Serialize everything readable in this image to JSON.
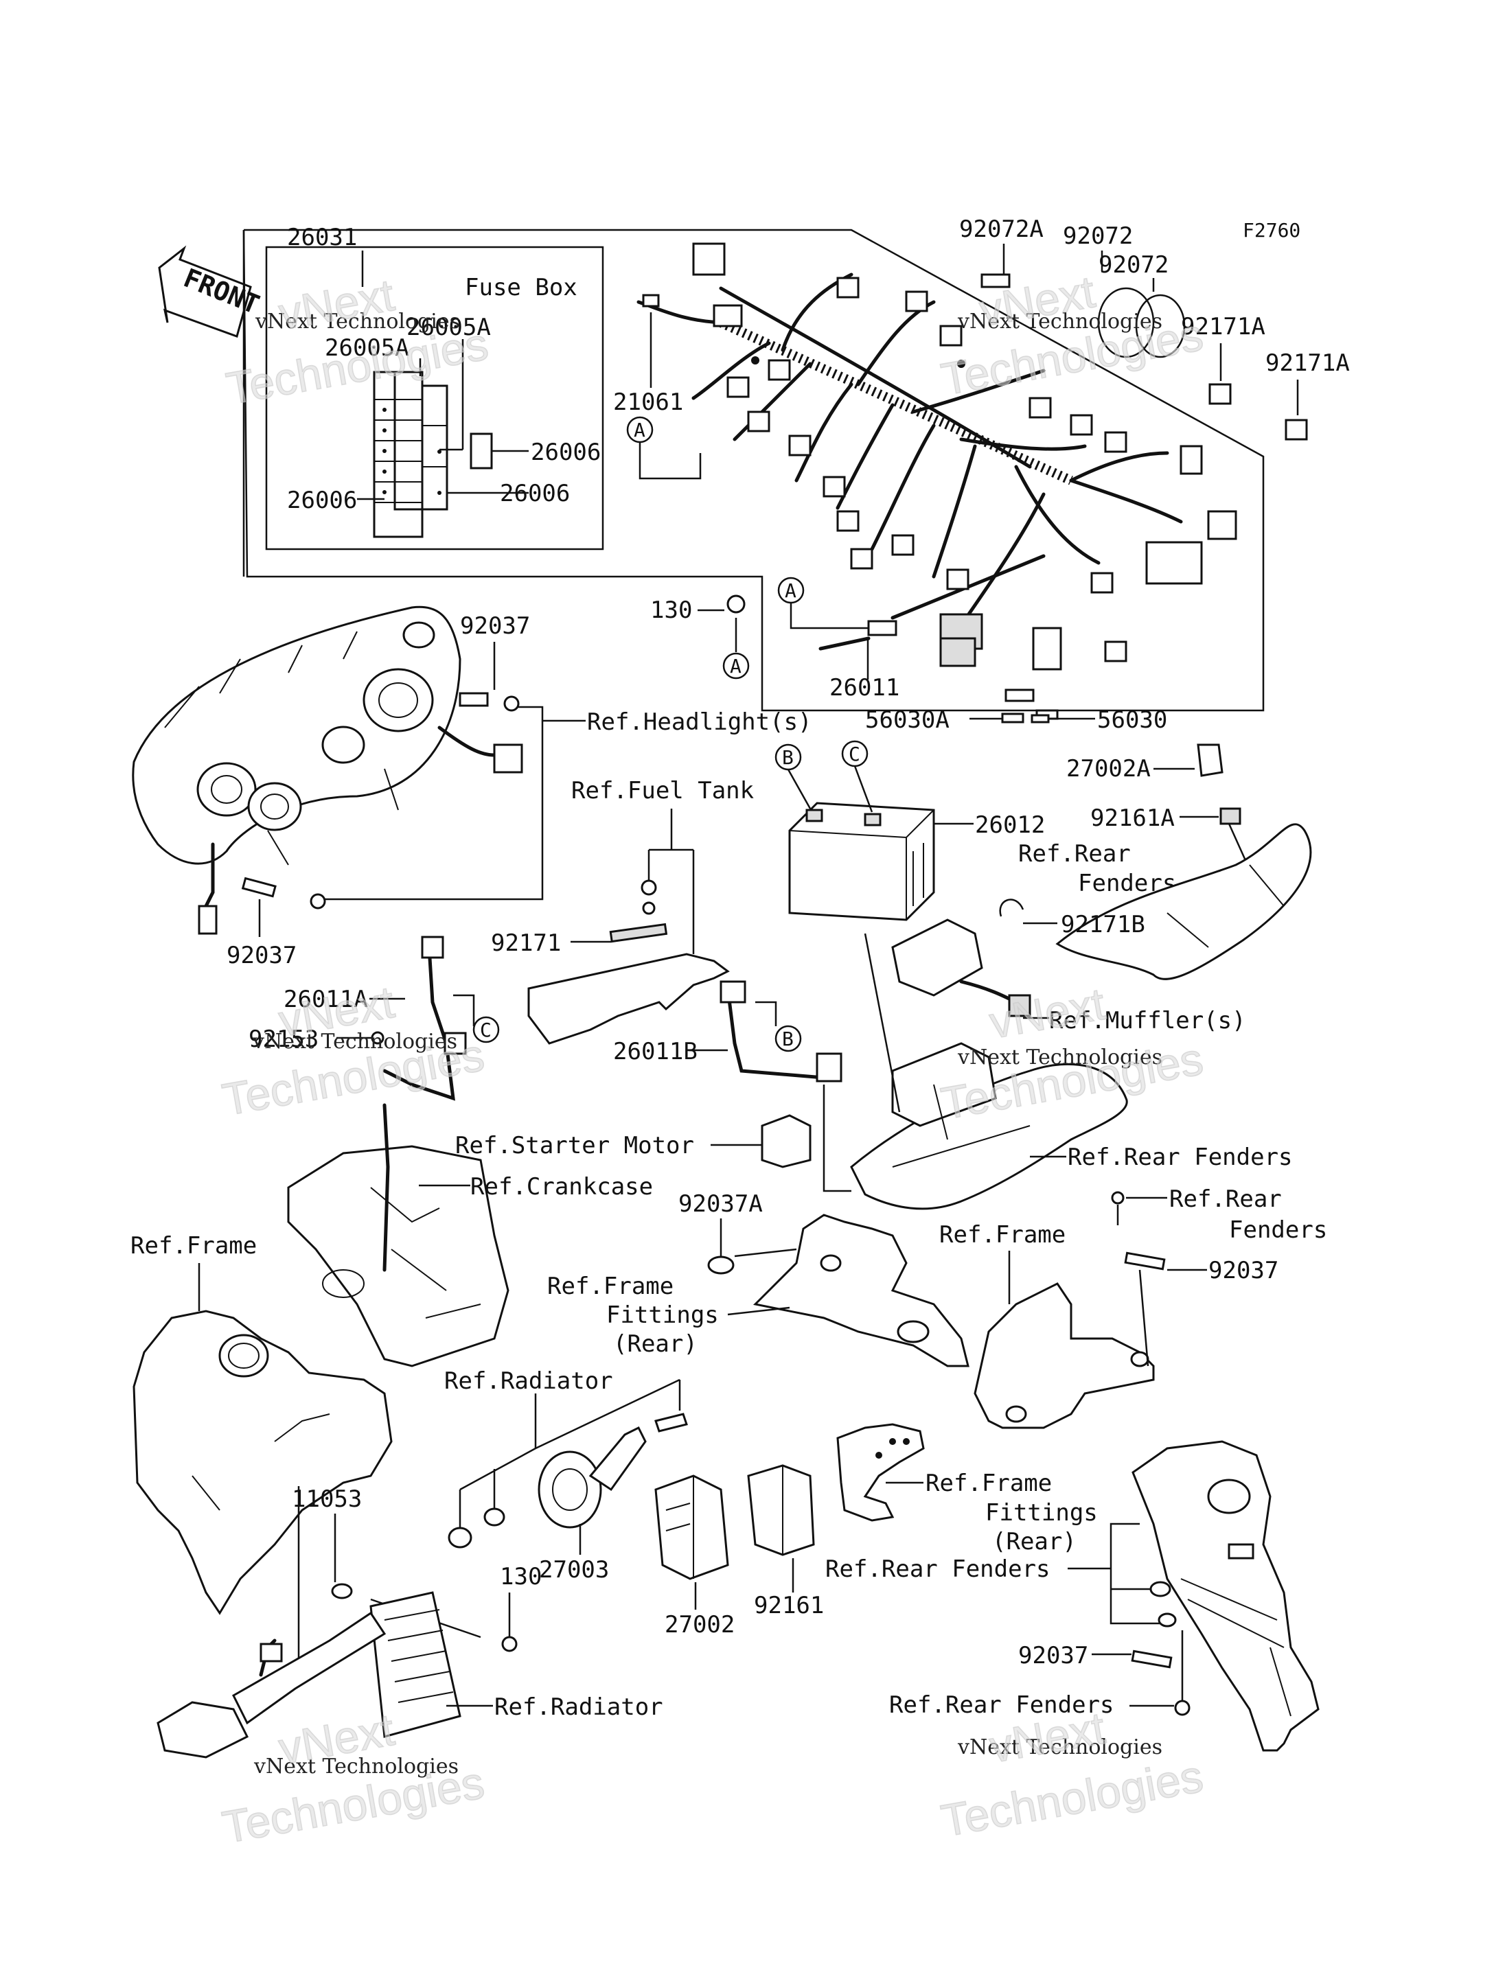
{
  "figure_id": "F2760",
  "front_arrow": "FRONT",
  "watermark_text": "vNext Technologies",
  "watermark_big_1": "vNext",
  "watermark_big_2": "Technologies",
  "fuse_box": {
    "title": "Fuse Box",
    "labels": [
      "26005A",
      "26005A",
      "26006",
      "26006",
      "26006"
    ]
  },
  "part_labels": {
    "p26031": "26031",
    "p92072A": "92072A",
    "p92072a": "92072",
    "p92072b": "92072",
    "p92171A_1": "92171A",
    "p92171A_2": "92171A",
    "p21061": "21061",
    "p130_top": "130",
    "p26011": "26011",
    "p56030A": "56030A",
    "p56030": "56030",
    "p92037_top": "92037",
    "p92037_left": "92037",
    "p26012": "26012",
    "p27002A": "27002A",
    "p92161A": "92161A",
    "p92171B": "92171B",
    "p92171": "92171",
    "p26011A": "26011A",
    "p92153": "92153",
    "p26011B": "26011B",
    "p92037A": "92037A",
    "p92037_right": "92037",
    "p11053": "11053",
    "p27003": "27003",
    "p130_bottom": "130",
    "p27002": "27002",
    "p92161": "92161",
    "p92037_bottom": "92037"
  },
  "ref_labels": {
    "headlight": "Ref.Headlight(s)",
    "fuel_tank": "Ref.Fuel Tank",
    "rear_fenders_1a": "Ref.Rear",
    "rear_fenders_1b": "Fenders",
    "muffler": "Ref.Muffler(s)",
    "starter_motor": "Ref.Starter Motor",
    "rear_fenders_2": "Ref.Rear Fenders",
    "crankcase": "Ref.Crankcase",
    "rear_fenders_3a": "Ref.Rear",
    "rear_fenders_3b": "Fenders",
    "frame_left": "Ref.Frame",
    "frame_right": "Ref.Frame",
    "frame_fittings_1a": "Ref.Frame",
    "frame_fittings_1b": "Fittings",
    "frame_fittings_1c": "(Rear)",
    "radiator_top": "Ref.Radiator",
    "frame_fittings_2a": "Ref.Frame",
    "frame_fittings_2b": "Fittings",
    "frame_fittings_2c": "(Rear)",
    "rear_fenders_4": "Ref.Rear Fenders",
    "radiator_bottom": "Ref.Radiator",
    "rear_fenders_5": "Ref.Rear Fenders"
  },
  "circle_markers": [
    "A",
    "A",
    "A",
    "B",
    "C",
    "B",
    "C"
  ]
}
